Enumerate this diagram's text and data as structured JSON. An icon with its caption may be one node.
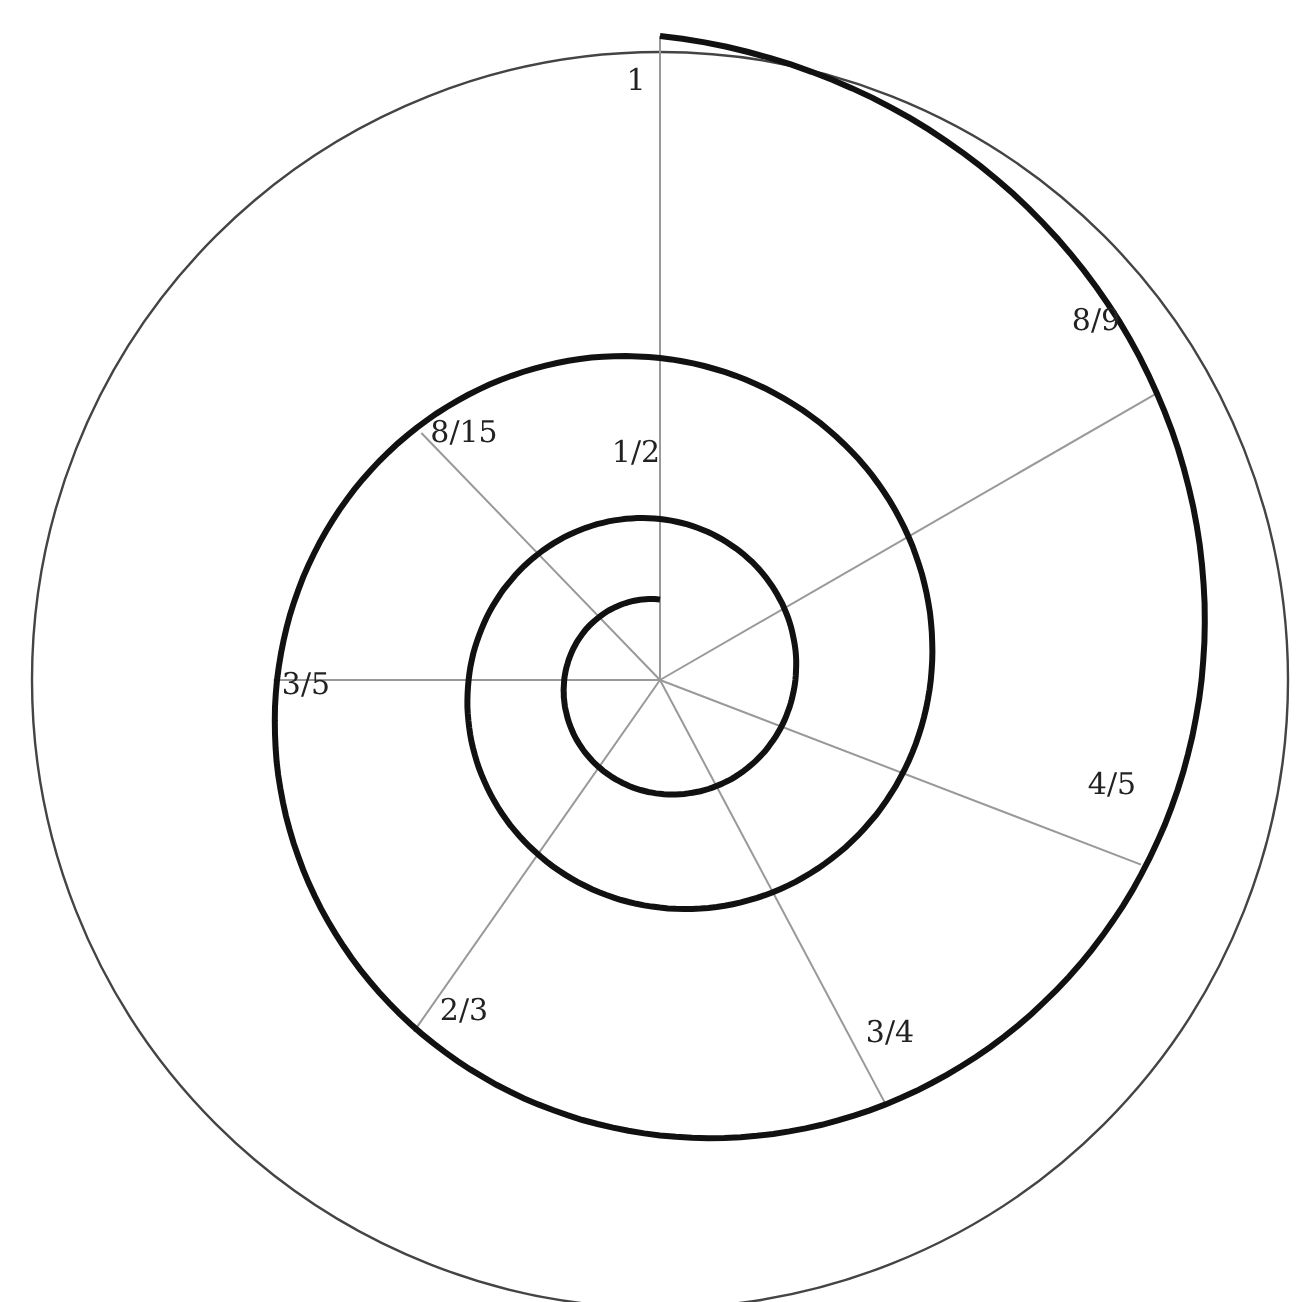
{
  "diagram": {
    "labels": [
      "1",
      "1/2",
      "8/9",
      "8/15",
      "3/5",
      "4/5",
      "2/3",
      "3/4"
    ]
  }
}
